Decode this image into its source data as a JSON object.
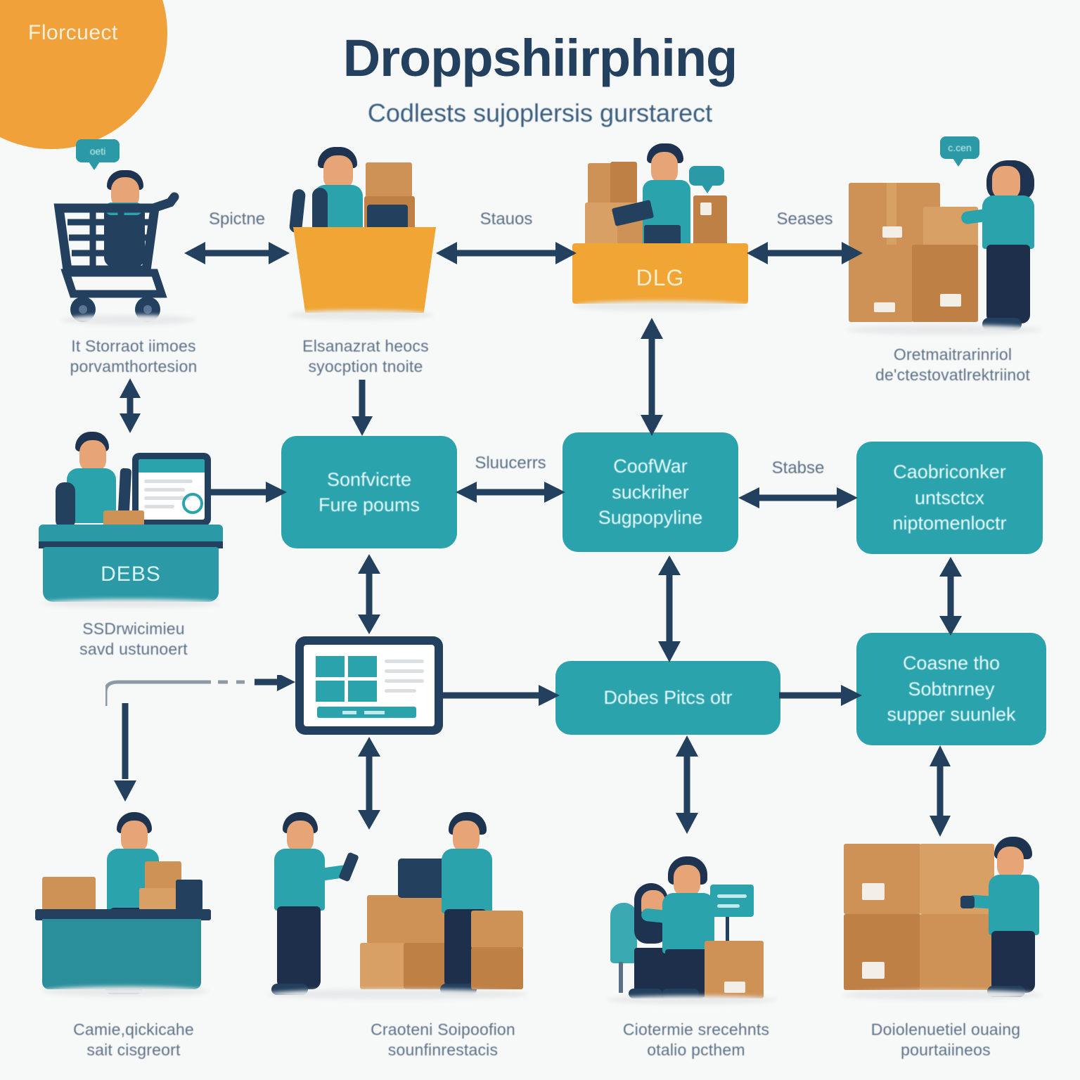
{
  "brand": {
    "badge_label": "Florcuect",
    "badge_color": "#f0a13a"
  },
  "header": {
    "title": "Droppshiirphing",
    "subtitle": "Codlests sujoplersis gurstarect",
    "title_color": "#23405e"
  },
  "theme": {
    "teal": "#2ba3ad",
    "orange": "#f0a534",
    "navy": "#23405e",
    "background": "#f7f8f8",
    "caption_color": "#5d7186"
  },
  "row1": {
    "nodes": [
      {
        "name": "shopping-cart-customer",
        "caption_line1": "It Storraot iimoes",
        "caption_line2": "porvamthortesion",
        "bubble_text": "oeti"
      },
      {
        "name": "seated-buyer-laptop",
        "caption_line1": "Elsanazrat heocs",
        "caption_line2": "syocption tnoite",
        "bubble_text": ""
      },
      {
        "name": "warehouse-counter-dlg",
        "caption_line1": "",
        "caption_line2": "",
        "counter_label": "DLG",
        "bubble_text": ""
      },
      {
        "name": "packer-boxes",
        "caption_line1": "Oretmaitrarinriol",
        "caption_line2": "de'ctestovatlrektriinot",
        "bubble_text": "c.cen"
      }
    ],
    "edges": [
      {
        "label": "Spictne",
        "direction": "both"
      },
      {
        "label": "Stauos",
        "direction": "both"
      },
      {
        "label": "Seases",
        "direction": "both"
      }
    ]
  },
  "row2": {
    "desk": {
      "name": "order-desk",
      "desk_label": "DEBS",
      "caption_line1": "SSDrwicimieu",
      "caption_line2": "savd ustunoert"
    },
    "boxes": [
      {
        "name": "box-service-points",
        "line1": "Sonfvicrte",
        "line2": "Fure poums"
      },
      {
        "name": "box-supplier-pipeline",
        "line1": "CoofWar",
        "line2": "suckriher",
        "line3": "Sugpopyline"
      },
      {
        "name": "box-inventory-management",
        "line1": "Caobriconker",
        "line2": "untsctcx",
        "line3": "niptomenloctr"
      }
    ],
    "edges": [
      {
        "label": "Sluucerrs",
        "direction": "both"
      },
      {
        "label": "Stabse",
        "direction": "both"
      }
    ]
  },
  "row3": {
    "device": {
      "name": "storefront-tablet"
    },
    "boxes": [
      {
        "name": "box-order-price",
        "line1": "Dobes Pitcs otr"
      },
      {
        "name": "box-supplier-summary",
        "line1": "Coasne tho",
        "line2": "Sobtnrney",
        "line3": "supper suunlek"
      }
    ]
  },
  "row4": {
    "nodes": [
      {
        "name": "packing-station",
        "caption_line1": "Camie,qickicahe",
        "caption_line2": "sait cisgreort"
      },
      {
        "name": "scanner-and-laptop",
        "caption_line1": "Craoteni Soipoofion",
        "caption_line2": "sounfinrestacis"
      },
      {
        "name": "support-agents",
        "caption_line1": "Ciotermie srecehnts",
        "caption_line2": "otalio pcthem"
      },
      {
        "name": "sealing-boxes",
        "caption_line1": "Doiolenuetiel ouaing",
        "caption_line2": "pourtaiineos"
      }
    ]
  }
}
